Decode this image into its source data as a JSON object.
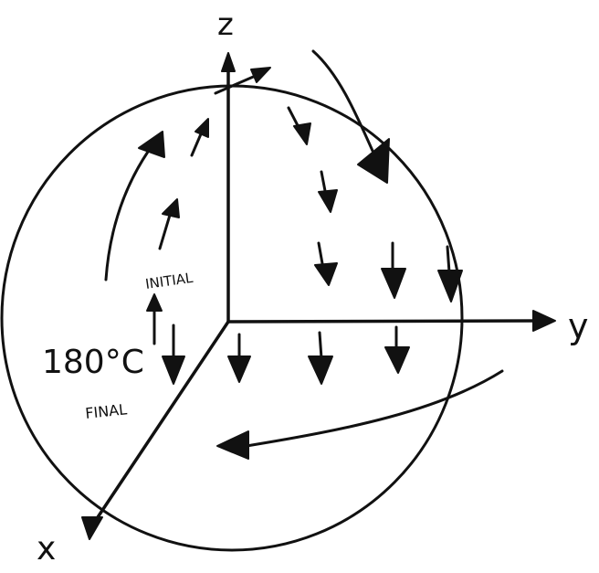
{
  "axes": {
    "z_label": "z",
    "y_label": "y",
    "x_label": "x"
  },
  "labels": {
    "temperature": "180°C",
    "initial": "INITIAL",
    "final": "FINAL"
  },
  "icons": {
    "arrow": "arrow-icon"
  }
}
